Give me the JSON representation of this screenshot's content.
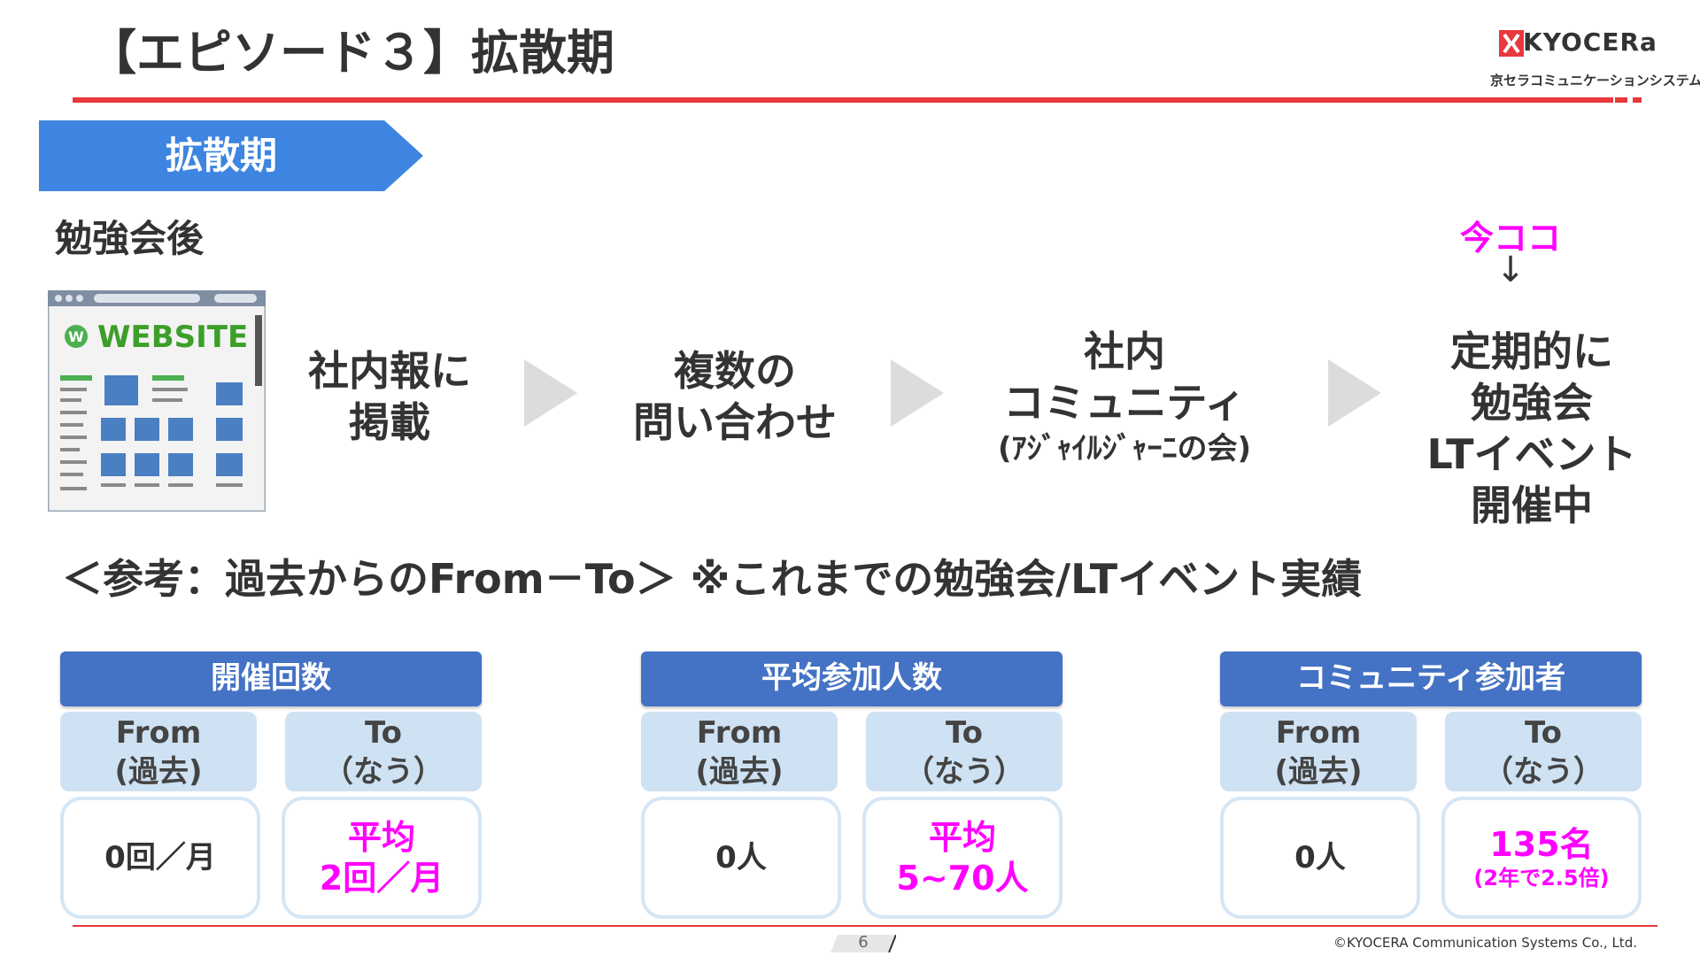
{
  "header": {
    "title": "【エピソード３】拡散期",
    "logo_text": "KYOCERa",
    "logo_sub": "京セラコミュニケーションシステム",
    "brand_color": "#e8383d"
  },
  "banner": {
    "label": "拡散期",
    "color": "#3d85e0"
  },
  "section": {
    "title": "勉強会後"
  },
  "marker": {
    "label": "今ココ",
    "arrow": "↓",
    "color": "#ff00ff"
  },
  "website_icon": {
    "label": "WEBSITE"
  },
  "steps": [
    {
      "line1": "社内報に",
      "line2": "掲載"
    },
    {
      "line1": "複数の",
      "line2": "問い合わせ"
    },
    {
      "line1": "社内",
      "line2": "コミュニティ",
      "note": "(ｱｼﾞｬｲﾙｼﾞｬｰﾆの会)"
    },
    {
      "line1": "定期的に",
      "line2": "勉強会",
      "line3": "LTイベント",
      "line4": "開催中"
    }
  ],
  "reference": {
    "text": "＜参考：過去からのFrom－To＞ ※これまでの勉強会/LTイベント実績"
  },
  "cards": [
    {
      "header": "開催回数",
      "from_label": "From",
      "from_sub": "(過去)",
      "to_label": "To",
      "to_sub": "（なう）",
      "from_value": "0回／月",
      "to_line1": "平均",
      "to_line2": "2回／月"
    },
    {
      "header": "平均参加人数",
      "from_label": "From",
      "from_sub": "(過去)",
      "to_label": "To",
      "to_sub": "（なう）",
      "from_value": "0人",
      "to_line1": "平均",
      "to_line2": "5~70人"
    },
    {
      "header": "コミュニティ参加者",
      "from_label": "From",
      "from_sub": "(過去)",
      "to_label": "To",
      "to_sub": "（なう）",
      "from_value": "0人",
      "to_line1": "135名",
      "to_line2": "(2年で2.5倍)"
    }
  ],
  "footer": {
    "page_number": "6",
    "copyright": "©KYOCERA Communication Systems Co., Ltd."
  }
}
